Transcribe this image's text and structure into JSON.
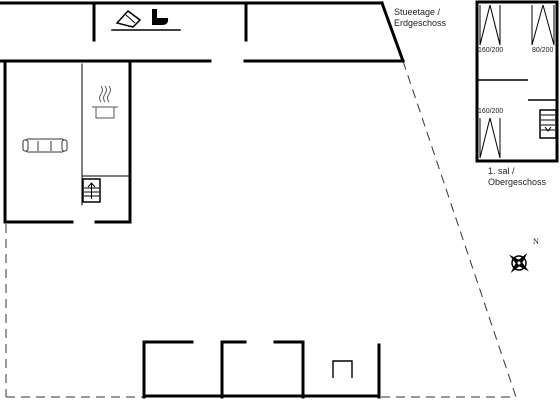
{
  "labels": {
    "ground_floor_line1": "Stueetage /",
    "ground_floor_line2": "Erdgeschoss",
    "first_floor_line1": "1. sal /",
    "first_floor_line2": "Obergeschoss",
    "compass_north": "N"
  },
  "beds": {
    "bed_top_left": "160/200",
    "bed_top_right": "80/200",
    "bed_bottom_left": "160/200"
  },
  "icons": {
    "toilet": "toilet-icon",
    "sink": "sink-icon",
    "stove": "cooking-pot-icon",
    "sofa": "sofa-icon",
    "stairs": "stairs-icon",
    "compass": "compass-rose-icon"
  },
  "colors": {
    "wall": "#000000",
    "dash": "#333333"
  }
}
